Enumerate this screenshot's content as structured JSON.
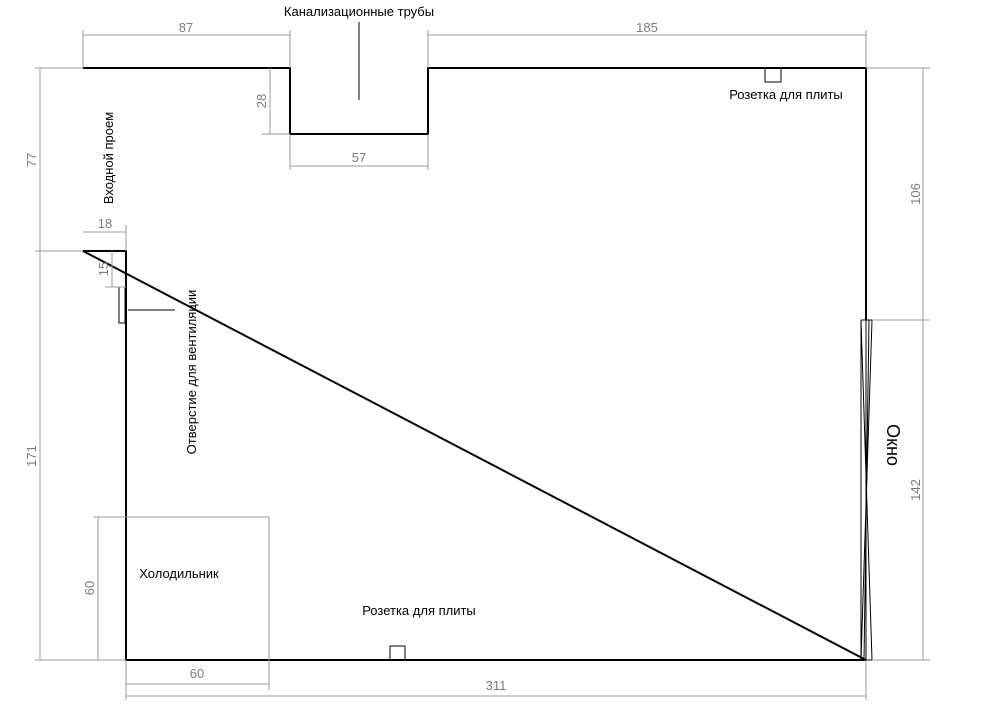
{
  "labels": {
    "sewer_pipes": "Канализационные трубы",
    "stove_outlet_top": "Розетка для плиты",
    "stove_outlet_bottom": "Розетка для плиты",
    "entrance": "Входной проем",
    "ventilation": "Отверстие для вентиляции",
    "window": "Окно",
    "fridge": "Холодильник"
  },
  "dimensions": {
    "top_left": "87",
    "top_right": "185",
    "niche_depth": "28",
    "niche_width": "57",
    "left_upper": "77",
    "left_lower": "171",
    "entrance_step": "18",
    "step_height": "15",
    "right_upper": "106",
    "right_lower": "142",
    "fridge_height": "60",
    "fridge_width": "60",
    "total_width": "311"
  }
}
